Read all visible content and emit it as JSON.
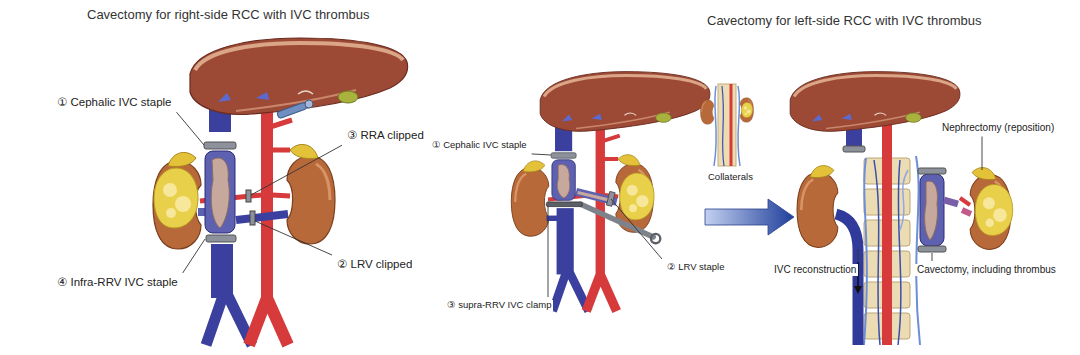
{
  "diagram": {
    "labels": [
      "Cavectomy for right-side RCC with IVC thrombus",
      "① Cephalic IVC staple",
      "③ RRA clipped",
      "② LRV clipped",
      "④ Infra-RRV IVC staple",
      "Cavectomy for left-side RCC with IVC thrombus",
      "① Cephalic IVC staple",
      "Collaterals",
      "② LRV staple",
      "③ supra-RRV IVC clamp",
      "Nephrectomy (reposition)",
      "IVC reconstruction",
      "Cavectomy, including thrombus"
    ]
  }
}
